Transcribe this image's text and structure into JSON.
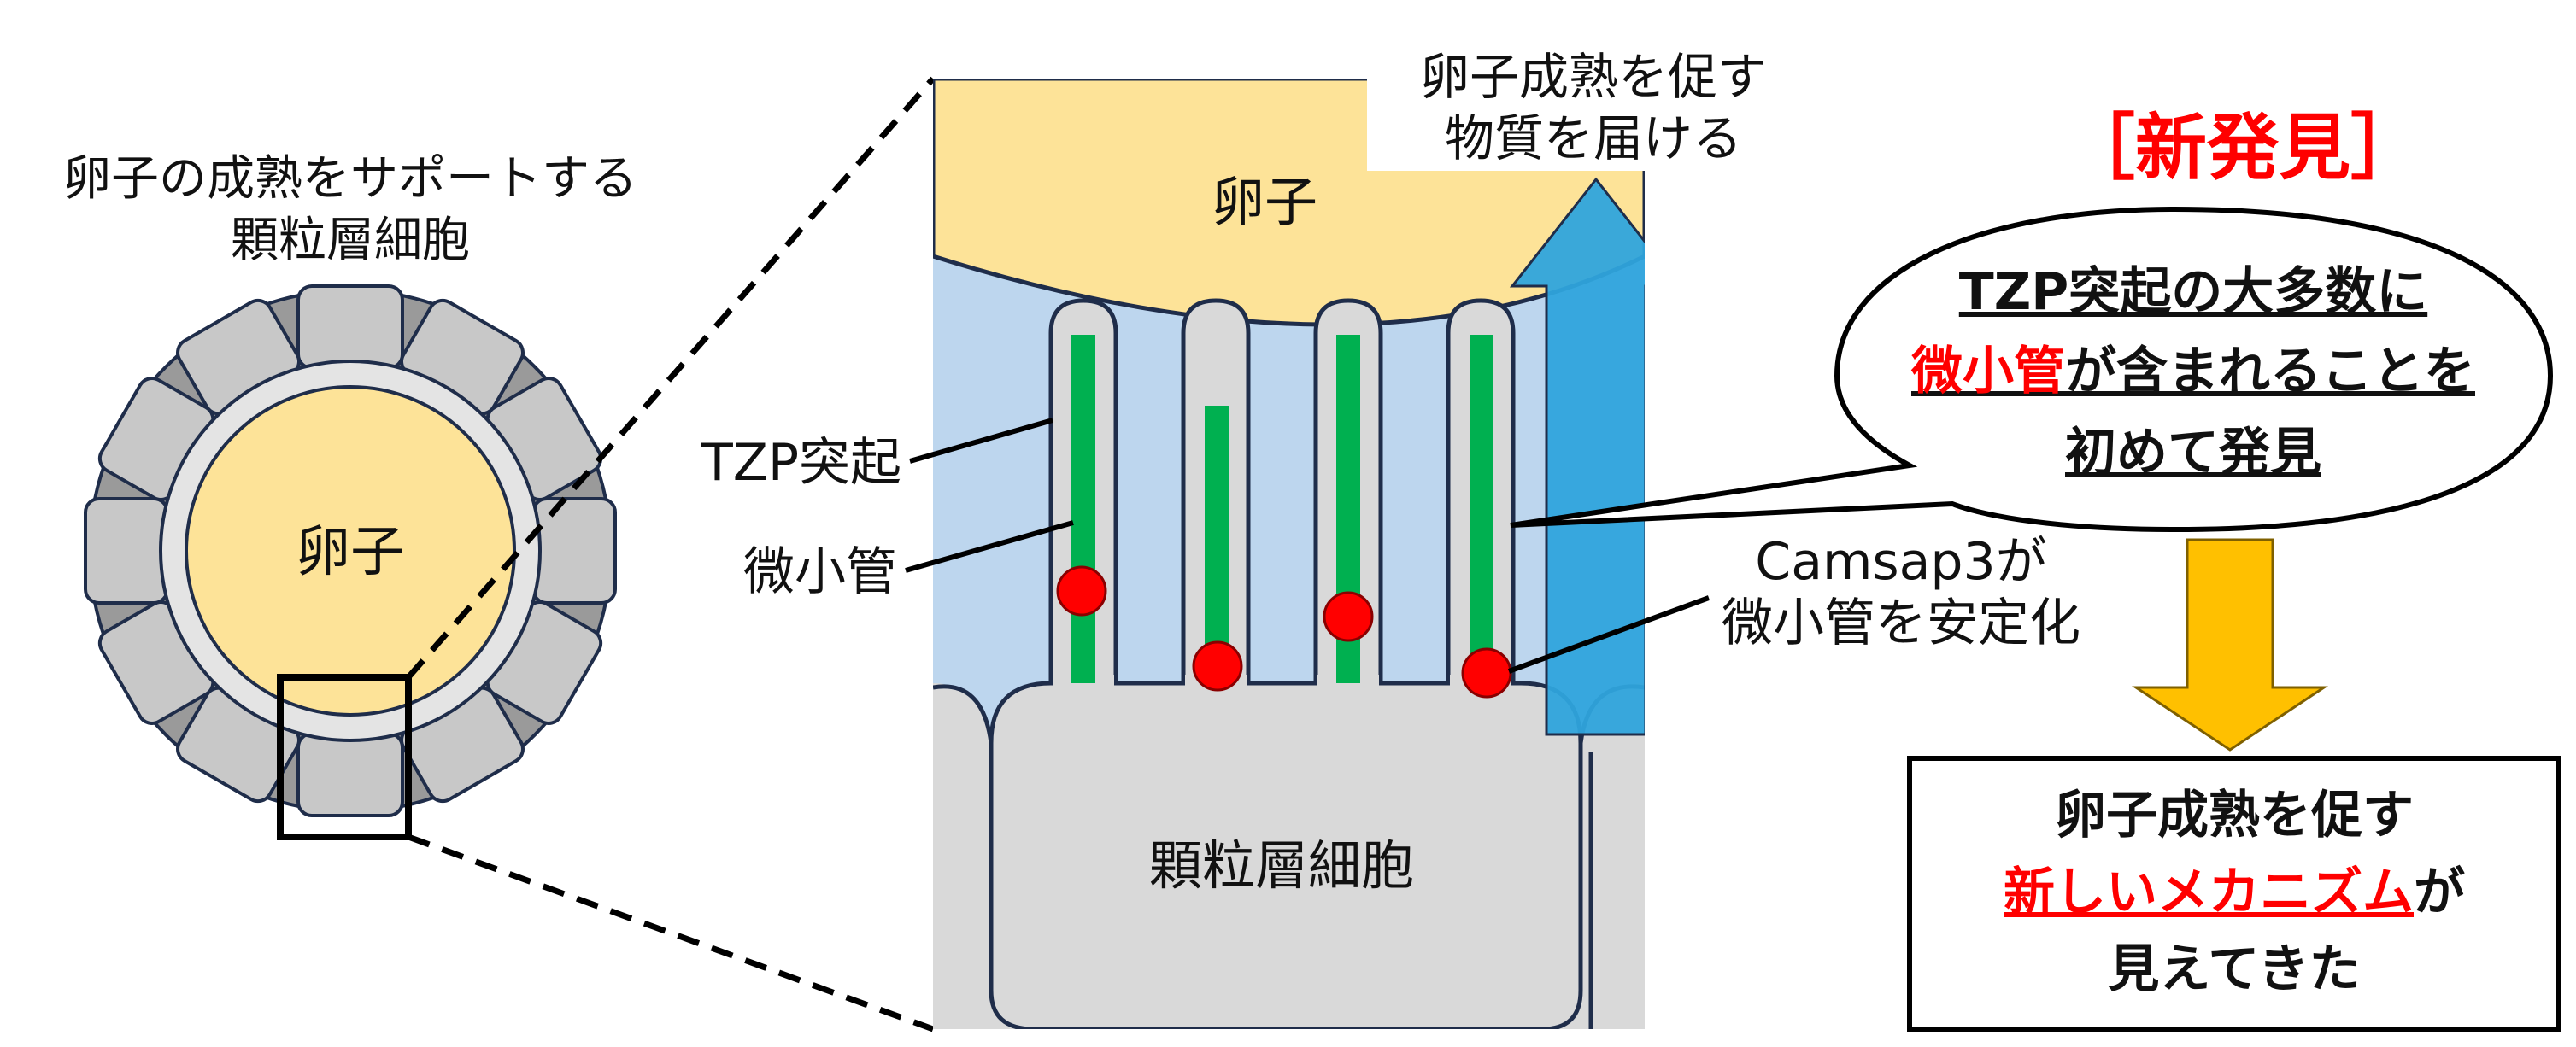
{
  "left": {
    "caption_line1": "卵子の成熟をサポートする",
    "caption_line2": "顆粒層細胞",
    "oocyte_label": "卵子"
  },
  "zoom": {
    "oocyte_label": "卵子",
    "granulosa_label": "顆粒層細胞",
    "tzp_label": "TZP突起",
    "microtubule_label": "微小管",
    "camsap_line1": "Camsap3が",
    "camsap_line2": "微小管を安定化",
    "arrow_line1": "卵子成熟を促す",
    "arrow_line2": "物質を届ける"
  },
  "finding": {
    "title": "［新発見］",
    "line1": "TZP突起の大多数に",
    "line2_red": "微小管",
    "line2_rest": "が含まれることを",
    "line3": "初めて発見"
  },
  "conclusion": {
    "line1": "卵子成熟を促す",
    "line2_red": "新しいメカニズム",
    "line2_rest": "が",
    "line3": "見えてきた"
  },
  "colors": {
    "oocyte": "#fde398",
    "granulosa": "#c8c8c8",
    "background_blue": "#bdd6ee",
    "microtubule": "#00b050",
    "camsap": "#ff0000",
    "arrow": "#2fa4dc",
    "highlight_red": "#ff0000",
    "conclusion_arrow": "#ffc000"
  }
}
